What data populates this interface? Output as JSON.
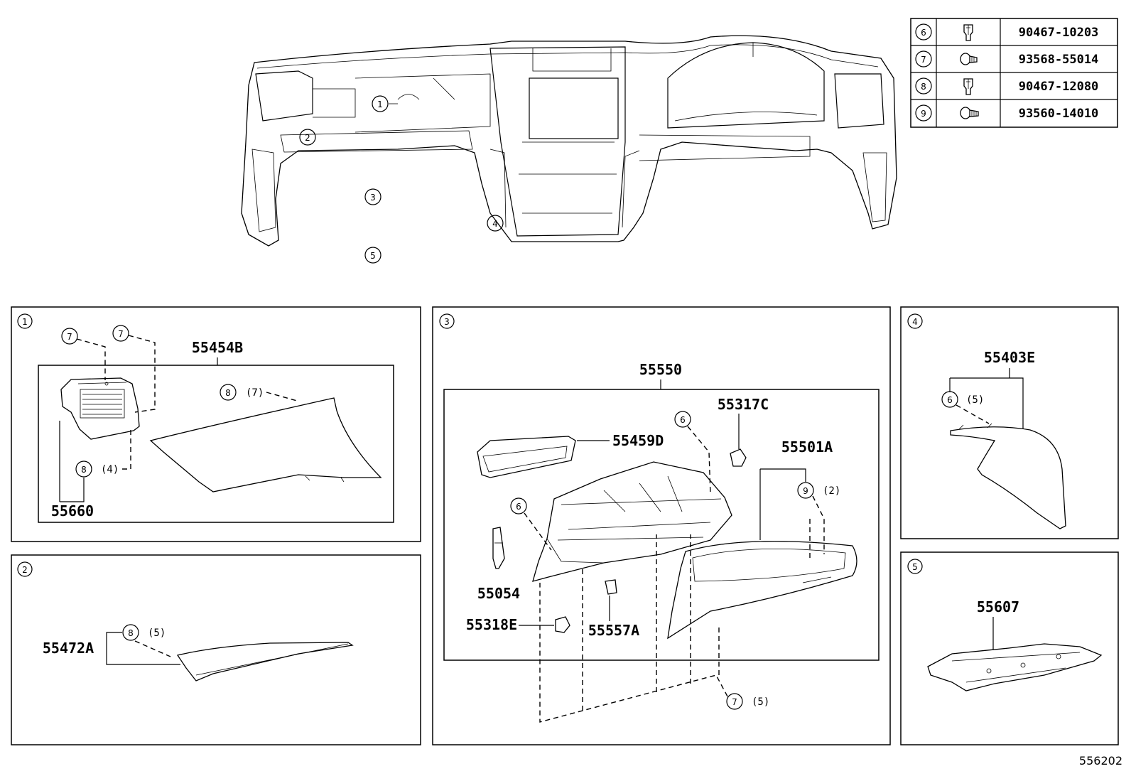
{
  "fastener_table": [
    {
      "ref": "6",
      "part_no": "90467-10203",
      "icon": "clip-icon"
    },
    {
      "ref": "7",
      "part_no": "93568-55014",
      "icon": "screw-icon"
    },
    {
      "ref": "8",
      "part_no": "90467-12080",
      "icon": "clip-icon"
    },
    {
      "ref": "9",
      "part_no": "93560-14010",
      "icon": "screw-icon"
    }
  ],
  "overview": {
    "callouts": [
      "1",
      "2",
      "3",
      "4",
      "5"
    ]
  },
  "panels": {
    "p1": {
      "number": "1",
      "labels": {
        "part_a": "55454B",
        "part_b": "55660"
      },
      "fasteners": [
        {
          "ref": "7",
          "qty": ""
        },
        {
          "ref": "7",
          "qty": ""
        },
        {
          "ref": "8",
          "qty": "(7)"
        },
        {
          "ref": "8",
          "qty": "(4)"
        }
      ]
    },
    "p2": {
      "number": "2",
      "labels": {
        "part_a": "55472A"
      },
      "fasteners": [
        {
          "ref": "8",
          "qty": "(5)"
        }
      ]
    },
    "p3": {
      "number": "3",
      "labels": {
        "assy": "55550",
        "p55317C": "55317C",
        "p55459D": "55459D",
        "p55501A": "55501A",
        "p55054": "55054",
        "p55318E": "55318E",
        "p55557A": "55557A"
      },
      "fasteners": [
        {
          "ref": "6",
          "qty": ""
        },
        {
          "ref": "6",
          "qty": ""
        },
        {
          "ref": "9",
          "qty": "(2)"
        },
        {
          "ref": "7",
          "qty": "(5)"
        }
      ]
    },
    "p4": {
      "number": "4",
      "labels": {
        "part_a": "55403E"
      },
      "fasteners": [
        {
          "ref": "6",
          "qty": "(5)"
        }
      ]
    },
    "p5": {
      "number": "5",
      "labels": {
        "part_a": "55607"
      }
    }
  },
  "diagram_id": "556202"
}
